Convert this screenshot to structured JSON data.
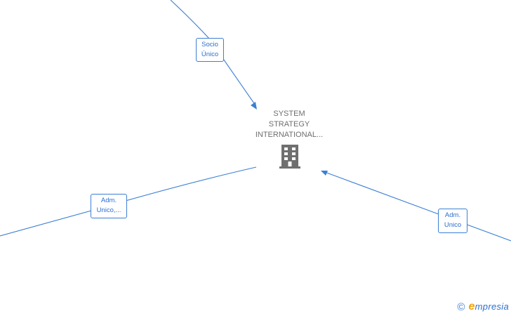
{
  "center_node": {
    "lines": [
      "SYSTEM",
      "STRATEGY",
      "INTERNATIONAL..."
    ],
    "icon": "building-icon",
    "color": "#6f6f6f"
  },
  "edges": [
    {
      "id": "top",
      "label_lines": [
        "Socio",
        "Único"
      ]
    },
    {
      "id": "left",
      "label_lines": [
        "Adm.",
        "Unico,..."
      ]
    },
    {
      "id": "right",
      "label_lines": [
        "Adm.",
        "Unico"
      ]
    }
  ],
  "edge_color": "#3b7fd4",
  "footer": {
    "copyright_icon": "copyright-icon",
    "brand_first": "e",
    "brand_rest": "mpresia"
  }
}
